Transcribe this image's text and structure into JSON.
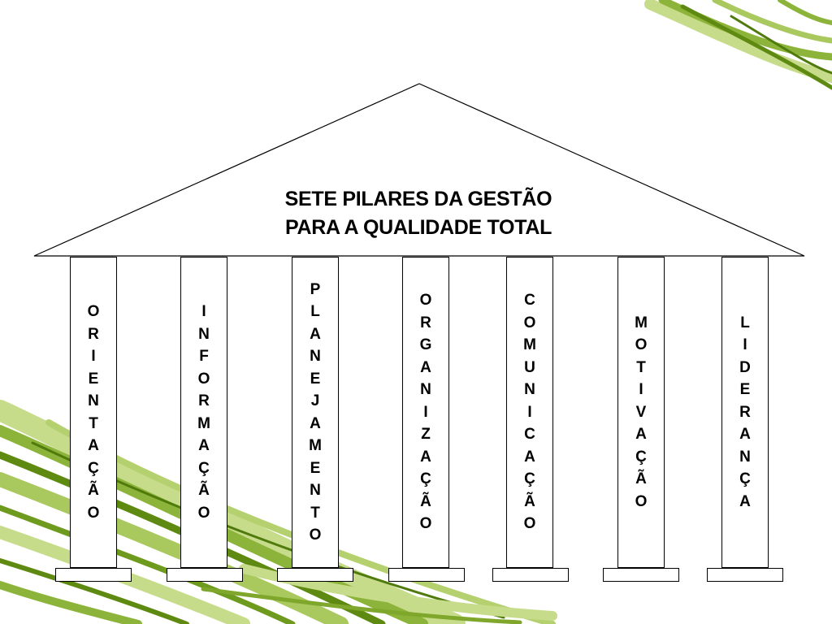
{
  "title": {
    "line1": "SETE PILARES DA GESTÃO",
    "line2": "PARA A QUALIDADE TOTAL"
  },
  "pillars": [
    {
      "label": "ORIENTAÇÃO"
    },
    {
      "label": "INFORMAÇÃO"
    },
    {
      "label": "PLANEJAMENTO"
    },
    {
      "label": "ORGANIZAÇÃO"
    },
    {
      "label": "COMUNICAÇÃO"
    },
    {
      "label": "MOTIVAÇÃO"
    },
    {
      "label": "LIDERANÇA"
    }
  ],
  "colors": {
    "leaf_dark": "#5f8a12",
    "leaf_mid": "#8db43a",
    "leaf_light": "#c7dc8a",
    "line": "#000000"
  }
}
